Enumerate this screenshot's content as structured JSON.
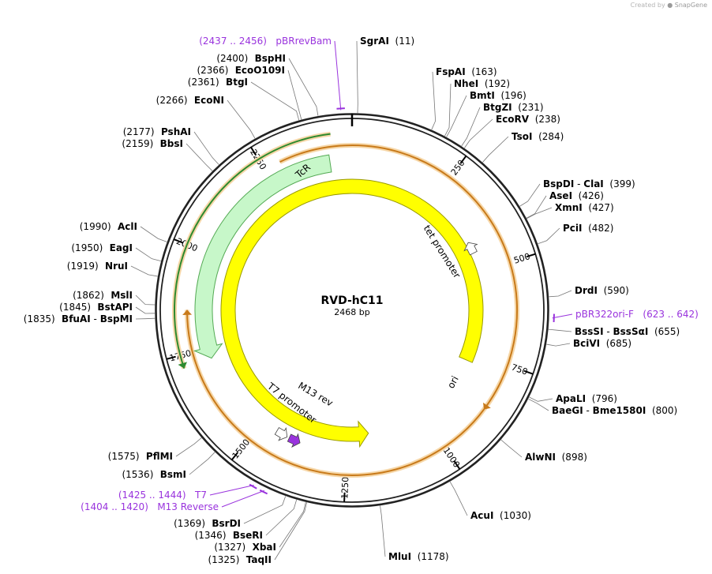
{
  "watermark": {
    "prefix": "Created by",
    "brand": "SnapGene"
  },
  "plasmid": {
    "name": "RVD-hC11",
    "size_label": "2468 bp",
    "length": 2468
  },
  "colors": {
    "backbone": "#222222",
    "tcr_fill": "#c7f7c9",
    "tcr_stroke": "#55aa55",
    "ori_fill": "#ffff00",
    "ori_stroke": "#999900",
    "promoter": "#ffffff",
    "m13": "#9933dd",
    "primer": "#9933dd",
    "orf_green": "#2f8a2f",
    "orf_orange": "#c87a1a",
    "orf_halo": "#f6d7a8"
  },
  "ticks": [
    {
      "pos": 250,
      "label": "250"
    },
    {
      "pos": 500,
      "label": "500"
    },
    {
      "pos": 750,
      "label": "750"
    },
    {
      "pos": 1000,
      "label": "1000"
    },
    {
      "pos": 1250,
      "label": "1250"
    },
    {
      "pos": 1500,
      "label": "1500"
    },
    {
      "pos": 1750,
      "label": "1750"
    },
    {
      "pos": 2000,
      "label": "2000"
    },
    {
      "pos": 2250,
      "label": "2250"
    }
  ],
  "features": [
    {
      "name": "TcR",
      "type": "gene",
      "start": 2410,
      "end": 1722,
      "direction": "ccw",
      "color": "tcr"
    },
    {
      "name": "ori",
      "type": "rep_origin",
      "start": 778,
      "end": 1182,
      "direction": "ccw",
      "color": "ori"
    },
    {
      "name": "tet promoter",
      "type": "promoter",
      "pos": 435,
      "direction": "ccw"
    },
    {
      "name": "T7 promoter",
      "type": "promoter",
      "pos": 1444,
      "direction": "ccw"
    },
    {
      "name": "M13 rev",
      "type": "primer_bind",
      "pos": 1405,
      "direction": "ccw"
    }
  ],
  "orfs": [
    {
      "start": 2420,
      "end": 1720,
      "direction": "ccw",
      "color": "orf_green"
    },
    {
      "start": 2290,
      "end": 1852,
      "direction": "cw",
      "color": "orf_orange"
    },
    {
      "start": 518,
      "end": 870,
      "direction": "cw",
      "color": "orf_orange"
    }
  ],
  "enzymes": [
    {
      "name": "SgrAI",
      "pos": "(11)"
    },
    {
      "name": "FspAI",
      "pos": "(163)"
    },
    {
      "name": "NheI",
      "pos": "(192)"
    },
    {
      "name": "BmtI",
      "pos": "(196)"
    },
    {
      "name": "BtgZI",
      "pos": "(231)"
    },
    {
      "name": "EcoRV",
      "pos": "(238)"
    },
    {
      "name": "TsoI",
      "pos": "(284)"
    },
    {
      "name": "BspDI",
      "name2": "ClaI",
      "pos": "(399)"
    },
    {
      "name": "AseI",
      "pos": "(426)"
    },
    {
      "name": "XmnI",
      "pos": "(427)"
    },
    {
      "name": "PciI",
      "pos": "(482)"
    },
    {
      "name": "DrdI",
      "pos": "(590)"
    },
    {
      "name": "BssSI",
      "name2": "BssSαI",
      "pos": "(655)"
    },
    {
      "name": "BciVI",
      "pos": "(685)"
    },
    {
      "name": "ApaLI",
      "pos": "(796)"
    },
    {
      "name": "BaeGI",
      "name2": "Bme1580I",
      "pos": "(800)"
    },
    {
      "name": "AlwNI",
      "pos": "(898)"
    },
    {
      "name": "AcuI",
      "pos": "(1030)"
    },
    {
      "name": "MluI",
      "pos": "(1178)"
    },
    {
      "name": "TaqII",
      "pos": "(1325)"
    },
    {
      "name": "XbaI",
      "pos": "(1327)"
    },
    {
      "name": "BseRI",
      "pos": "(1346)"
    },
    {
      "name": "BsrDI",
      "pos": "(1369)"
    },
    {
      "name": "BsmI",
      "pos": "(1536)"
    },
    {
      "name": "PflMI",
      "pos": "(1575)"
    },
    {
      "name": "BfuAI",
      "name2": "BspMI",
      "pos": "(1835)"
    },
    {
      "name": "BstAPI",
      "pos": "(1845)"
    },
    {
      "name": "MslI",
      "pos": "(1862)"
    },
    {
      "name": "NruI",
      "pos": "(1919)"
    },
    {
      "name": "EagI",
      "pos": "(1950)"
    },
    {
      "name": "AclI",
      "pos": "(1990)"
    },
    {
      "name": "BbsI",
      "pos": "(2159)"
    },
    {
      "name": "PshAI",
      "pos": "(2177)"
    },
    {
      "name": "EcoNI",
      "pos": "(2266)"
    },
    {
      "name": "BtgI",
      "pos": "(2361)"
    },
    {
      "name": "EcoO109I",
      "pos": "(2366)"
    },
    {
      "name": "BspHI",
      "pos": "(2400)"
    }
  ],
  "primers": [
    {
      "name": "pBRrevBam",
      "range": "(2437 .. 2456)"
    },
    {
      "name": "pBR322ori-F",
      "range": "(623 .. 642)"
    },
    {
      "name": "T7",
      "range": "(1425 .. 1444)"
    },
    {
      "name": "M13 Reverse",
      "range": "(1404 .. 1420)"
    }
  ]
}
